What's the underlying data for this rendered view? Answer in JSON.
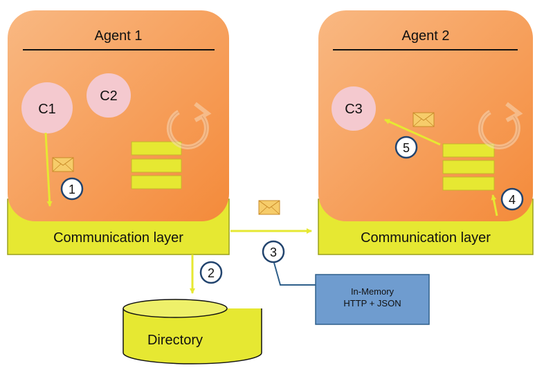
{
  "agents": [
    {
      "title": "Agent 1",
      "layer": "Communication layer",
      "components": [
        "C1",
        "C2"
      ]
    },
    {
      "title": "Agent 2",
      "layer": "Communication layer",
      "components": [
        "C3"
      ]
    }
  ],
  "steps": [
    "1",
    "2",
    "3",
    "4",
    "5"
  ],
  "directory": {
    "label": "Directory"
  },
  "transport": {
    "line1": "In-Memory",
    "line2": "HTTP  + JSON"
  },
  "icons": [
    "envelope-icon",
    "cycle-arrow-icon",
    "queue-icon",
    "database-icon"
  ],
  "colors": {
    "agent_fill_light": "#f9b882",
    "agent_fill_dark": "#f48a3a",
    "layer_fill": "#e6e832",
    "component_fill": "#f4c9cf",
    "arrow": "#e6e832",
    "transport_fill": "#6f9ccf",
    "transport_border": "#2e5f8a",
    "badge_border": "#22446e"
  }
}
